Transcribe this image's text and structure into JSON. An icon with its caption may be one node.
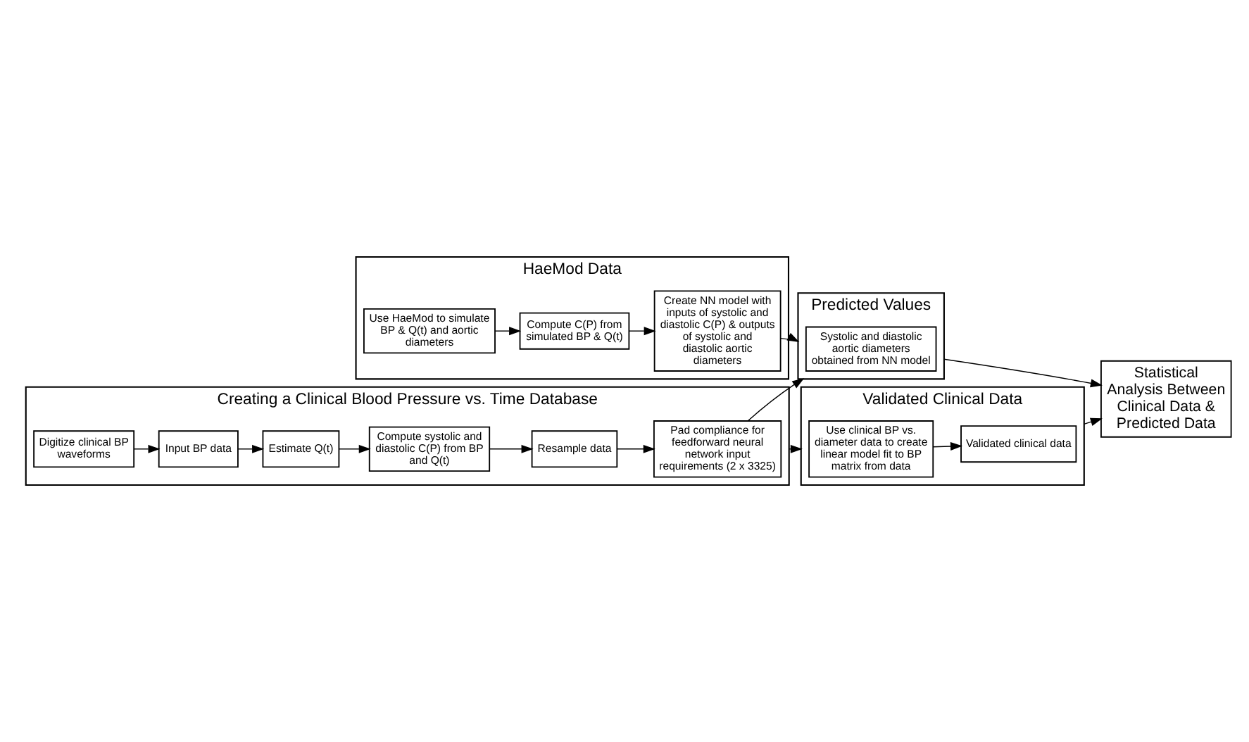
{
  "diagram": {
    "nodes": [
      {
        "text": [
          "HaeMod Data"
        ]
      },
      {
        "text": [
          "Use HaeMod to simulate BP & Q(t) and aortic diameters"
        ],
        "in": 0
      },
      {
        "text": [
          "Compute C(P) from simulated BP & Q(t)"
        ],
        "in": 0
      },
      {
        "text": [
          "Create NN model with inputs of systolic and diastolic C(P) & outputs of systolic and diastolic aortic diameters"
        ],
        "in": 0
      },
      {
        "text": [
          "Predicted Values"
        ]
      },
      {
        "text": [
          "Systolic and diastolic aortic diameters obtained from NN model"
        ],
        "in": 4
      },
      {
        "text": [
          "Creating a Clinical Blood Pressure vs. Time Database"
        ]
      },
      {
        "text": [
          "Digitize clinical BP waveforms"
        ],
        "in": 6
      },
      {
        "text": [
          "Input BP data"
        ],
        "in": 6
      },
      {
        "text": [
          "Estimate Q(t)"
        ],
        "in": 6
      },
      {
        "text": [
          "Compute systolic and diastolic C(P) from BP and Q(t)"
        ],
        "in": 6
      },
      {
        "text": [
          "Resample data"
        ],
        "in": 6
      },
      {
        "text": [
          "Pad compliance for feedforward neural network input requirements (2 x 3325)"
        ],
        "in": 6
      },
      {
        "text": [
          "Validated Clinical Data"
        ]
      },
      {
        "text": [
          "Use clinical BP vs. diameter data to create linear model fit to BP matrix from data"
        ],
        "in": 13
      },
      {
        "text": [
          "Validated clinical data"
        ],
        "in": 13
      },
      {
        "text": [
          "Statistical Analysis Between Clinical Data & Predicted Data"
        ]
      }
    ],
    "edges": [
      {
        "from": 1,
        "to": 2,
        "arrow": "to"
      },
      {
        "from": 2,
        "to": 3,
        "arrow": "to"
      },
      {
        "from": 3,
        "to": 4,
        "arrow": "to"
      },
      {
        "from": 7,
        "to": 8,
        "arrow": "to"
      },
      {
        "from": 8,
        "to": 9,
        "arrow": "to"
      },
      {
        "from": 9,
        "to": 10,
        "arrow": "to"
      },
      {
        "from": 10,
        "to": 11,
        "arrow": "to"
      },
      {
        "from": 11,
        "to": 12,
        "arrow": "to"
      },
      {
        "from": 12,
        "to": 4,
        "arrow": "to"
      },
      {
        "from": 6,
        "to": 13,
        "arrow": "to"
      },
      {
        "from": 14,
        "to": 15,
        "arrow": "to"
      },
      {
        "from": 13,
        "to": 16,
        "arrow": "to"
      },
      {
        "from": 4,
        "to": 16,
        "arrow": "to"
      }
    ]
  }
}
